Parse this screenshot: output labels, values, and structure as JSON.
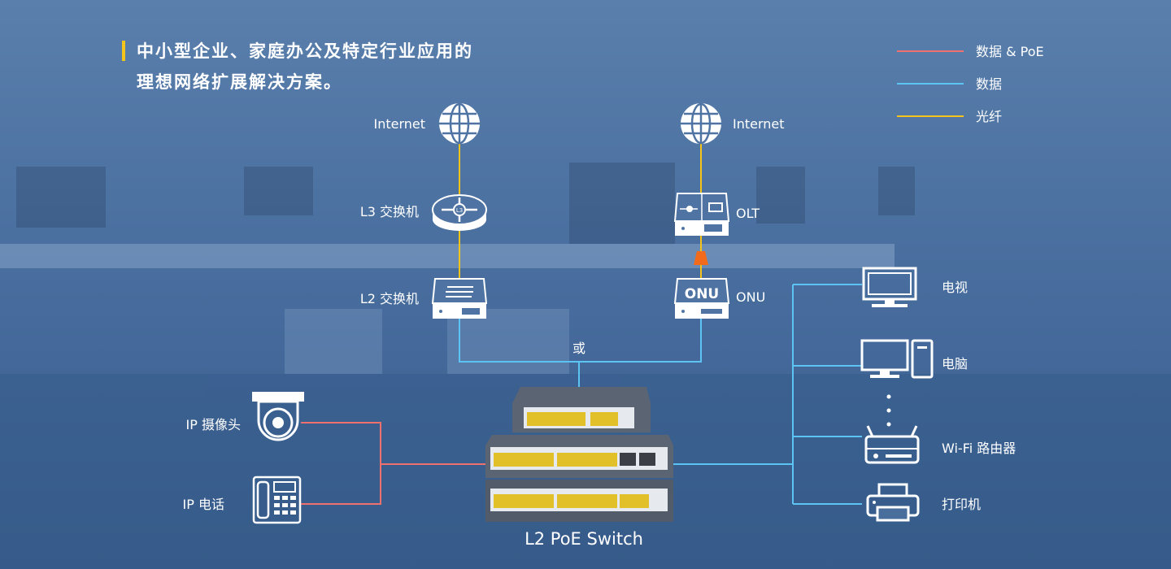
{
  "header": {
    "title_line1": "中小型企业、家庭办公及特定行业应用的",
    "title_line2": "理想网络扩展解决方案。"
  },
  "legend": [
    {
      "label": "数据 & PoE",
      "color": "#f0706e"
    },
    {
      "label": "数据",
      "color": "#5cc3f2"
    },
    {
      "label": "光纤",
      "color": "#f5c41a"
    }
  ],
  "nodes": {
    "internet_left": "Internet",
    "internet_right": "Internet",
    "l3_switch": "L3 交换机",
    "l2_switch": "L2 交换机",
    "olt": "OLT",
    "onu": "ONU",
    "onu_icon_text": "ONU",
    "l3_icon_text": "L3",
    "or": "或",
    "poe_switch": "L2 PoE Switch",
    "ip_camera": "IP 摄像头",
    "ip_phone": "IP 电话",
    "tv": "电视",
    "pc": "电脑",
    "wifi_router": "Wi-Fi 路由器",
    "printer": "打印机"
  },
  "colors": {
    "accent": "#f5c41a",
    "poe": "#f0706e",
    "data": "#5cc3f2",
    "fiber": "#f5c41a",
    "splitter": "#f26a1b",
    "port": "#e2c02a"
  }
}
